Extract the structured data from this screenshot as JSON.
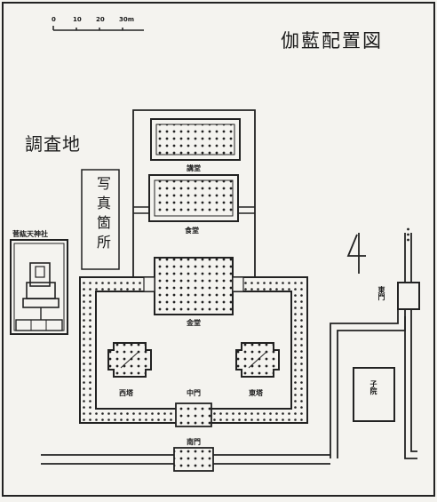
{
  "map": {
    "title": "伽藍配置図",
    "site_label": "調査地",
    "photo_area_label": "写真箇所",
    "shrine_label": "菅紘天神社",
    "scale_labels": [
      "0",
      "10",
      "20",
      "30m"
    ],
    "buildings": {
      "lecture_hall": "講堂",
      "dining_hall": "食堂",
      "golden_hall": "金堂",
      "west_pagoda": "西塔",
      "middle_gate": "中門",
      "east_pagoda": "東塔",
      "south_gate": "南門",
      "east_gate": "東門",
      "subtemple": "子院"
    }
  }
}
